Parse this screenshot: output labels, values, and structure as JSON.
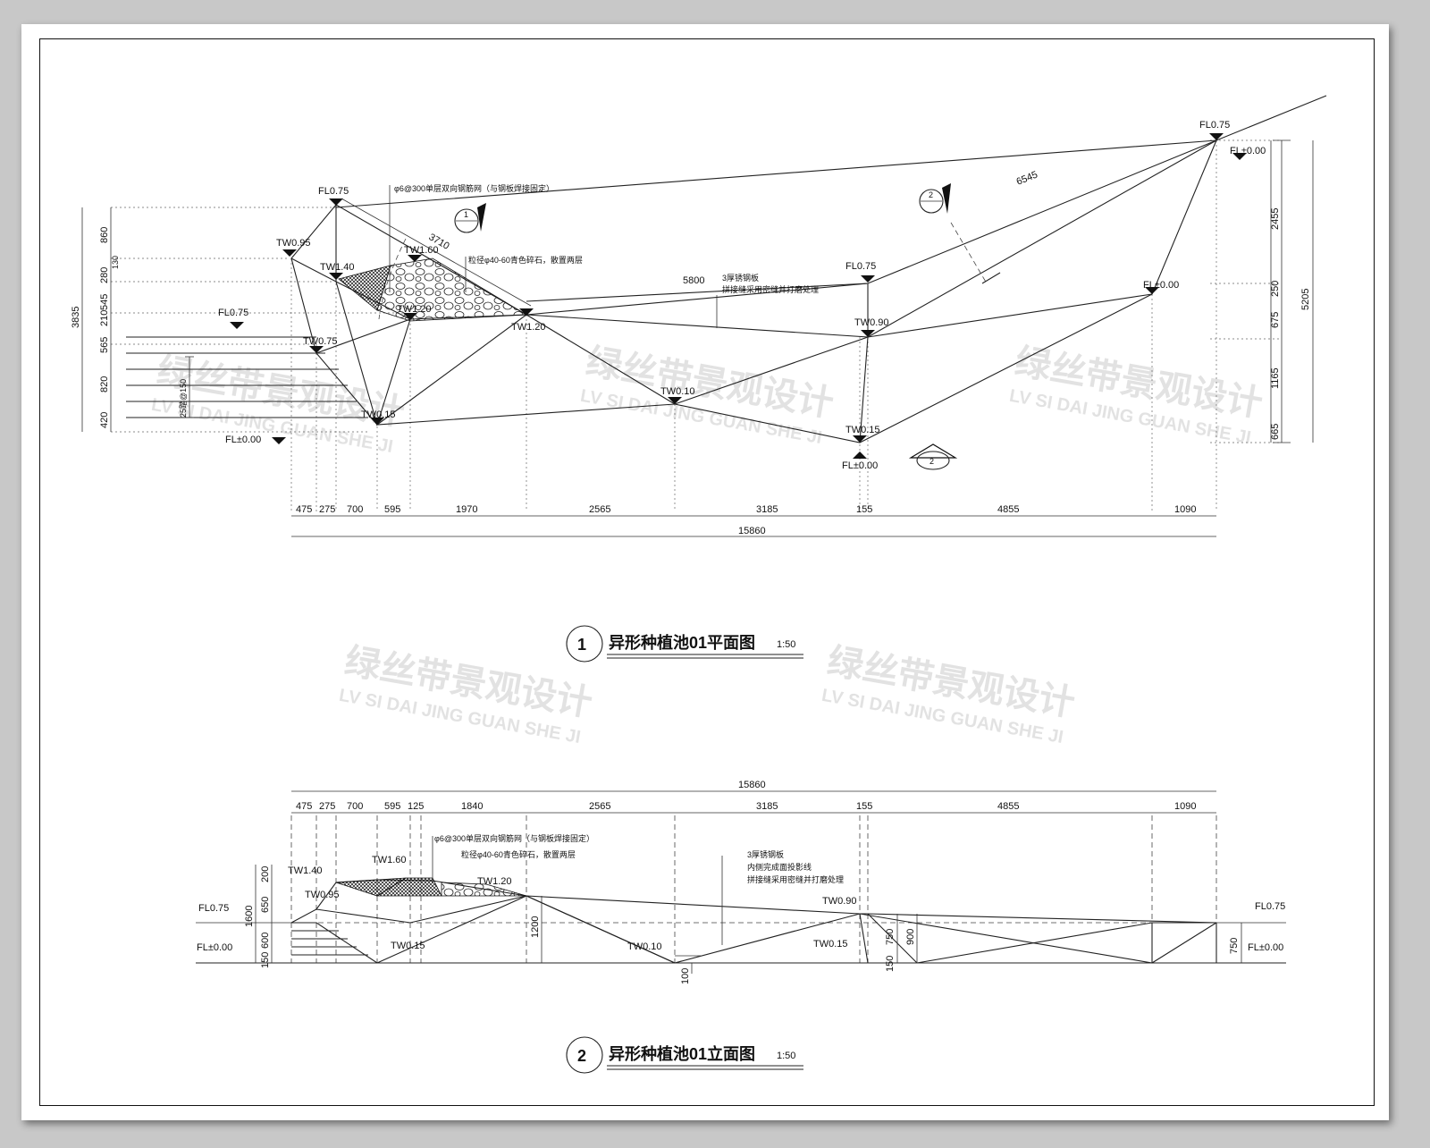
{
  "plan": {
    "title": "异形种植池01平面图",
    "scale": "1:50",
    "badge": "1",
    "labels": {
      "fl075_a": "FL0.75",
      "tw095": "TW0.95",
      "tw140": "TW1.40",
      "tw160": "TW1.60",
      "tw120_a": "TW1.20",
      "tw120_b": "TW1.20",
      "fl075_b": "FL0.75",
      "tw075": "TW0.75",
      "tw015_a": "TW0.15",
      "fl000_a": "FL±0.00",
      "tw010": "TW0.10",
      "fl075_c": "FL0.75",
      "tw090": "TW0.90",
      "tw015_b": "TW0.15",
      "fl000_b": "FL±0.00",
      "fl000_c": "FL±0.00",
      "fl075_d": "FL0.75",
      "fl000_d": "FL±0.00",
      "step": "25踏@150"
    },
    "notes": {
      "mesh": "φ6@300单层双向钢筋网（与钢板焊接固定）",
      "stone": "粒径φ40-60青色碎石，散置两层",
      "steel1": "3厚锈钢板",
      "steel2": "拼接缝采用密缝并打磨处理"
    },
    "dims_top": {
      "d3710": "3710",
      "d5800": "5800",
      "d6545": "6545"
    },
    "dims_bottom": [
      "475",
      "275",
      "700",
      "595",
      "1970",
      "2565",
      "3185",
      "155",
      "4855",
      "1090"
    ],
    "dims_total": "15860",
    "dims_left": [
      "860",
      "130",
      "280",
      "545",
      "210",
      "565",
      "820",
      "420"
    ],
    "dims_left_total": "3835",
    "dims_right": [
      "2455",
      "250",
      "675",
      "1165",
      "665"
    ],
    "dims_right_total": "5205",
    "section_marks": {
      "m1": "1",
      "m2": "2"
    }
  },
  "elev": {
    "title": "异形种植池01立面图",
    "scale": "1:50",
    "badge": "2",
    "dims_total": "15860",
    "dims_top": [
      "475",
      "275",
      "700",
      "595",
      "125",
      "1840",
      "2565",
      "3185",
      "155",
      "4855",
      "1090"
    ],
    "labels": {
      "tw140": "TW1.40",
      "tw095": "TW0.95",
      "tw160": "TW1.60",
      "tw120": "TW1.20",
      "tw015_a": "TW0.15",
      "tw010": "TW0.10",
      "tw090": "TW0.90",
      "tw015_b": "TW0.15",
      "fl075_l": "FL0.75",
      "fl000_l": "FL±0.00",
      "fl075_r": "FL0.75",
      "fl000_r": "FL±0.00"
    },
    "notes": {
      "mesh": "φ6@300单层双向钢筋网（与钢板焊接固定）",
      "stone": "粒径φ40-60青色碎石，散置两层",
      "steel1": "3厚锈钢板",
      "steel2": "内侧完成面投影线",
      "steel3": "拼接缝采用密缝并打磨处理"
    },
    "dims_left": [
      "200",
      "650",
      "1600",
      "600",
      "150"
    ],
    "dims_mid": {
      "d1200": "1200",
      "d100": "100",
      "d150": "150",
      "d750a": "750",
      "d900": "900",
      "d750b": "750"
    }
  },
  "watermark": {
    "cn": "绿丝带景观设计",
    "en": "LV SI DAI JING GUAN SHE JI"
  }
}
